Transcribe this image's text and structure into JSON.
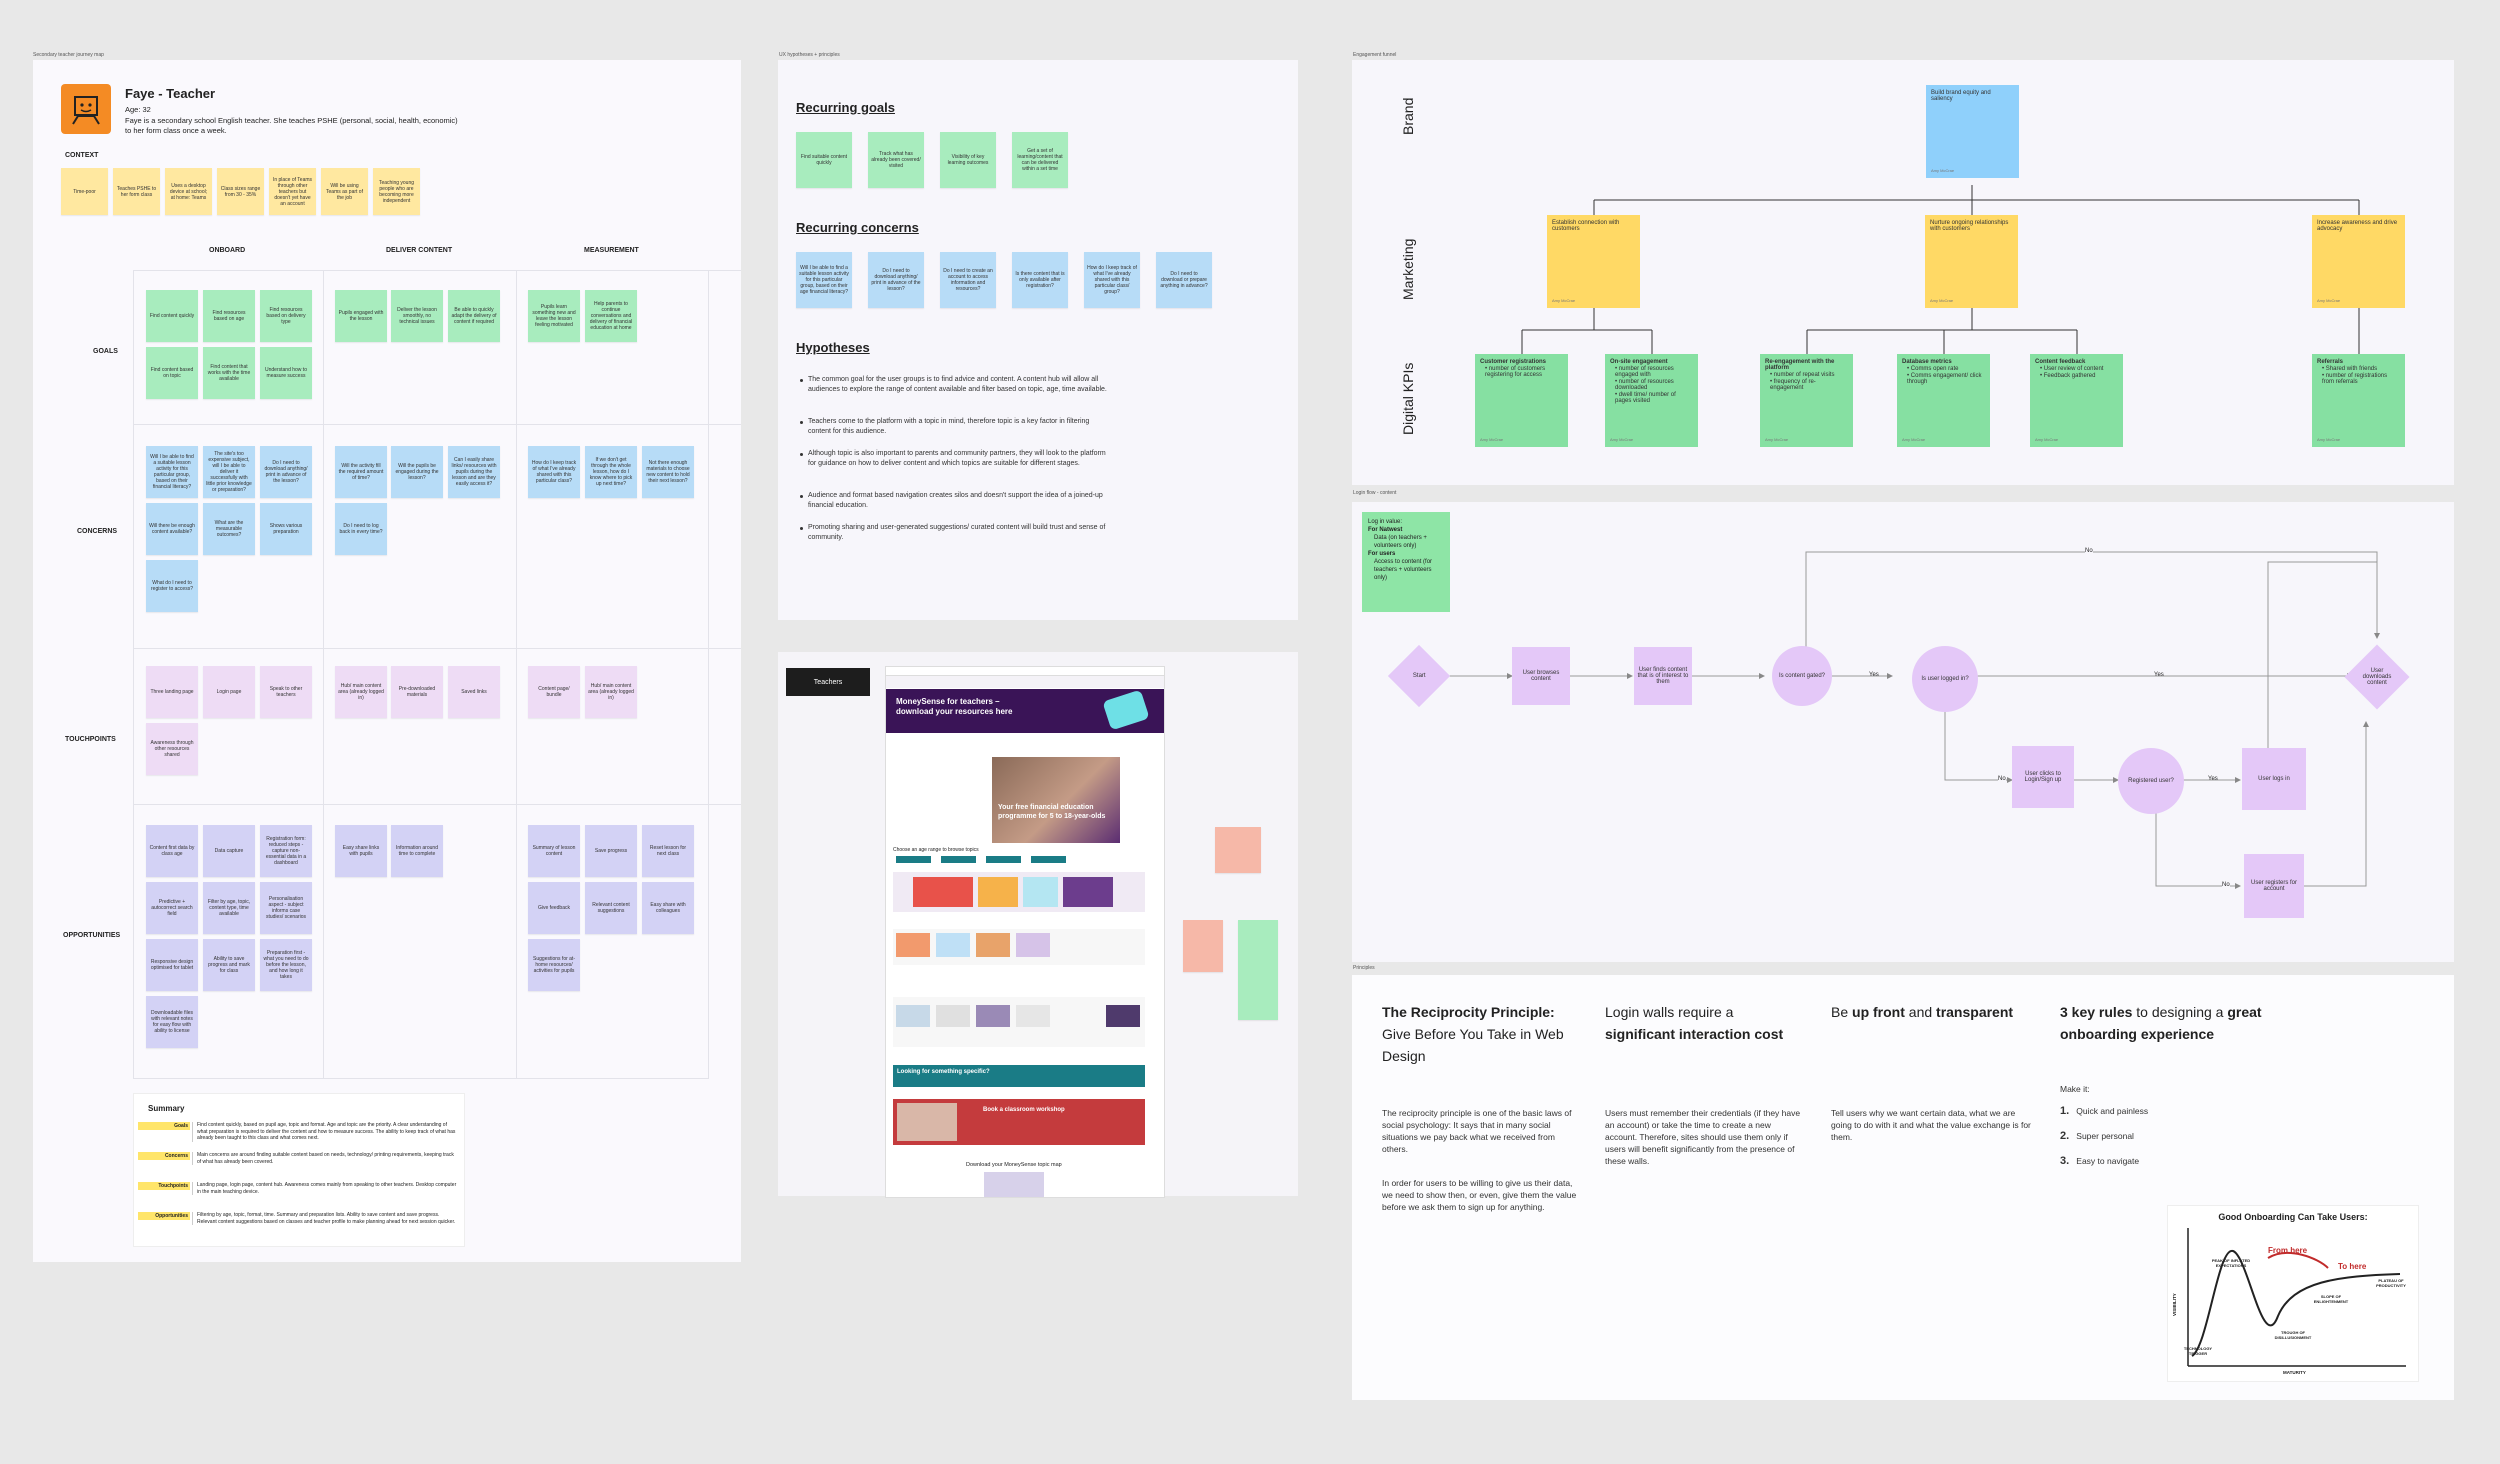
{
  "frames": {
    "persona_title": "Secondary teacher journey map",
    "hypotheses_title": "UX hypotheses + principles",
    "engagement_title": "Engagement funnel",
    "login_title": "Login flow - content",
    "principles_title": "Principles"
  },
  "persona": {
    "name": "Faye - Teacher",
    "age": "Age: 32",
    "bio": "Faye is a secondary school English teacher. She teaches PSHE (personal, social, health, economic) to her form class once a week.",
    "context_label": "CONTEXT",
    "context": [
      "Time-poor",
      "Teaches PSHE to her form class",
      "Uses a desktop device at school; at home: Teams",
      "Class sizes range from 30 - 35%",
      "In place of Teams through other teachers but doesn't yet have an account",
      "Will be using Teams as part of the job",
      "Teaching young people who are becoming more independent"
    ],
    "columns": [
      "ONBOARD",
      "DELIVER CONTENT",
      "MEASUREMENT"
    ],
    "rows": [
      "GOALS",
      "CONCERNS",
      "TOUCHPOINTS",
      "OPPORTUNITIES"
    ],
    "goals": {
      "onboard": [
        "Find content quickly",
        "Find resources based on age",
        "Find resources based on delivery type",
        "Find content based on topic",
        "Find content that works with the time available",
        "Understand how to measure success"
      ],
      "deliver": [
        "Pupils engaged with the lesson",
        "Deliver the lesson smoothly, no technical issues",
        "Be able to quickly adapt the delivery of content if required"
      ],
      "measure": [
        "Pupils learn something new and leave the lesson feeling motivated",
        "Help parents to continue conversations and delivery of financial education at home"
      ]
    },
    "concerns": {
      "onboard": [
        "Will I be able to find a suitable lesson activity for this particular group, based on their financial literacy?",
        "The site's too expensive subject, will I be able to deliver it successfully with little prior knowledge or preparation?",
        "Do I need to download anything/ print in advance of the lesson?",
        "Will there be enough content available?",
        "What are the measurable outcomes?",
        "Shows various preparation",
        "What do I need to register to access?"
      ],
      "deliver": [
        "Will the activity fill the required amount of time?",
        "Will the pupils be engaged during the lesson?",
        "Can I easily share links/ resources with pupils during the lesson and are they easily access it?",
        "Do I need to log back in every time?"
      ],
      "measure": [
        "How do I keep track of what I've already shared with this particular class?",
        "If we don't get through the whole lesson, how do I know where to pick up next time?",
        "Not there enough materials to choose new content to hold their next lesson?"
      ]
    },
    "touchpoints": {
      "onboard": [
        "Three landing page",
        "Login page",
        "Speak to other teachers",
        "Awareness through other resources shared"
      ],
      "deliver": [
        "Hub/ main content area (already logged in)",
        "Pre-downloaded materials",
        "Saved links"
      ],
      "measure": [
        "Content page/ bundle",
        "Hub/ main content area (already logged in)"
      ]
    },
    "opportunities": {
      "onboard": [
        "Content first data by class age",
        "Data capture",
        "Registration form: reduced steps - capture non-essential data in a dashboard",
        "Predictive + autocorrect search field",
        "Filter by age, topic, content type, time available",
        "Personalisation aspect - subject informs case studies/ scenarios",
        "Responsive design optimised for tablet",
        "Ability to save progress and mark for class",
        "Preparation first - what you need to do before the lesson, and how long it takes",
        "Downloadable files with relevant notes for easy flow with ability to license"
      ],
      "deliver": [
        "Easy share links with pupils",
        "Information around time to complete"
      ],
      "measure": [
        "Summary of lesson content",
        "Save progress",
        "Reset lesson for next class",
        "Give feedback",
        "Relevant content suggestions",
        "Easy share with colleagues",
        "Suggestions for at-home resources/ activities for pupils"
      ]
    },
    "summary": {
      "title": "Summary",
      "items": [
        {
          "tag": "Goals",
          "text": "Find content quickly, based on pupil age, topic and format. Age and topic are the priority. A clear understanding of what preparation is required to deliver the content and how to measure success. The ability to keep track of what has already been taught to this class and what comes next."
        },
        {
          "tag": "Concerns",
          "text": "Main concerns are around finding suitable content based on needs, technology/ printing requirements, keeping track of what has already been covered."
        },
        {
          "tag": "Touchpoints",
          "text": "Landing page, login page, content hub. Awareness comes mainly from speaking to other teachers. Desktop computer in the main teaching device."
        },
        {
          "tag": "Opportunities",
          "text": "Filtering by age, topic, format, time. Summary and preparation lists. Ability to save content and save progress. Relevant content suggestions based on classes and teacher profile to make planning ahead for next session quicker."
        }
      ]
    }
  },
  "hypotheses": {
    "goals_heading": "Recurring goals",
    "goals": [
      "Find suitable content quickly",
      "Track what has already been covered/ visited",
      "Visibility of key learning outcomes",
      "Get a set of learning/content that can be delivered within a set time"
    ],
    "concerns_heading": "Recurring concerns",
    "concerns": [
      "Will I be able to find a suitable lesson activity for this particular group, based on their age financial literacy?",
      "Do I need to download anything/ print in advance of the lesson?",
      "Do I need to create an account to access information and resources?",
      "Is there content that is only available after registration?",
      "How do I keep track of what I've already shared with this particular class/ group?",
      "Do I need to download or prepare anything in advance?"
    ],
    "hyp_heading": "Hypotheses",
    "bullets": [
      "The common goal for the user groups is to find advice and content. A content hub will allow all audiences to explore the range of content available and filter based on topic, age, time available.",
      "Teachers come to the platform with a topic in mind, therefore topic is a key factor in filtering content for this audience.",
      "Although topic is also important to parents and community partners, they will look to the platform for guidance on how to deliver content and which topics are suitable for different stages.",
      "Audience and format based navigation creates silos and doesn't support the idea of a joined-up financial education.",
      "Promoting sharing and user-generated suggestions/ curated content will build trust and sense of community."
    ]
  },
  "teachers": {
    "label": "Teachers",
    "hero": "MoneySense for teachers – download your resources here",
    "promo": "Your free financial education programme for 5 to 18-year-olds",
    "browse": "Choose an age range to browse topics",
    "looking": "Looking for something specific?",
    "book": "Book a classroom workshop",
    "download": "Download your MoneySense topic map"
  },
  "engagement": {
    "rows": [
      "Brand",
      "Marketing",
      "Digital KPIs"
    ],
    "brand": "Build brand equity and saliency",
    "marketing": [
      "Establish connection with customers",
      "Nurture ongoing relationships with customers",
      "Increase awareness and drive advocacy"
    ],
    "kpis": [
      {
        "title": "Customer registrations",
        "items": [
          "number of customers registering for access"
        ]
      },
      {
        "title": "On-site engagement",
        "items": [
          "number of resources engaged with",
          "number of resources downloaded",
          "dwell time/ number of pages visited"
        ]
      },
      {
        "title": "Re-engagement with the platform",
        "items": [
          "number of repeat visits",
          "frequency of re-engagement"
        ]
      },
      {
        "title": "Database metrics",
        "items": [
          "Comms open rate",
          "Comms engagement/ click through"
        ]
      },
      {
        "title": "Content feedback",
        "items": [
          "User review of content",
          "Feedback gathered"
        ]
      },
      {
        "title": "Referrals",
        "items": [
          "Shared with friends",
          "number of registrations from referrals"
        ]
      }
    ],
    "author": "Amy McCrae"
  },
  "login": {
    "note_title": "Log in value:",
    "note_lines": [
      "For Natwest",
      "Data (on teachers + volunteers only)",
      "For users",
      "Access to content (for teachers + volunteers only)"
    ],
    "start": "Start",
    "browses": "User browses content",
    "finds": "User finds content that is of interest to them",
    "gated": "Is content gated?",
    "logged": "Is user logged in?",
    "downloads": "User downloads content",
    "clicks": "User clicks to Login/Sign up",
    "registered": "Registered user?",
    "logsin": "User logs in",
    "registers": "User registers for account",
    "yes": "Yes",
    "no": "No"
  },
  "principles": {
    "p1_bold": "The Reciprocity Principle:",
    "p1_rest": "Give Before You Take in Web Design",
    "p1_body1": "The reciprocity principle is one of the basic laws of social psychology: It says that in many social situations we pay back what we received from others.",
    "p1_body2": "In order for users to be willing to give us their data, we need to show then, or even, give them the value before we ask them to sign up for anything.",
    "p2_a": "Login walls require a",
    "p2_bold": "significant interaction cost",
    "p2_body": "Users must remember their credentials (if they have an account) or take the time to create a new account. Therefore, sites should use them only if users will benefit significantly from the presence of these walls.",
    "p3_a": "Be",
    "p3_bold1": "up front",
    "p3_b": "and",
    "p3_bold2": "transparent",
    "p3_body": "Tell users why we want certain data, what we are going to do with it and what the value exchange is for them.",
    "p4_bold1": "3 key rules",
    "p4_a": "to designing a",
    "p4_bold2": "great onboarding experience",
    "make": "Make it:",
    "rules": [
      "Quick and painless",
      "Super personal",
      "Easy to navigate"
    ],
    "chart_title": "Good Onboarding Can Take Users:",
    "from": "From here",
    "to": "To here",
    "peak": "PEAK OF INFLATED EXPECTATIONS",
    "plateau": "PLATEAU OF PRODUCTIVITY",
    "slope": "SLOPE OF ENLIGHTENMENT",
    "trough": "TROUGH OF DISILLUSIONMENT",
    "trigger": "TECHNOLOGY TRIGGER",
    "visibility": "VISIBILITY",
    "maturity": "MATURITY"
  }
}
